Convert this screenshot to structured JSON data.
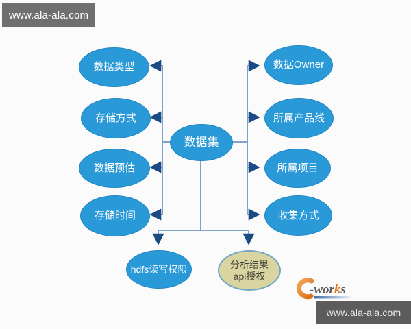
{
  "watermark_top": "www.ala-ala.com",
  "watermark_bottom": "www.ala-ala.com",
  "logo": {
    "name": "e-works",
    "pre": "-wor",
    "k": "k",
    "post": "s"
  },
  "diagram": {
    "center": {
      "label": "数据集"
    },
    "left": [
      {
        "label": "数据类型"
      },
      {
        "label": "存储方式"
      },
      {
        "label": "数据预估"
      },
      {
        "label": "存储时间"
      }
    ],
    "right": [
      {
        "label": "数据Owner"
      },
      {
        "label": "所属产品线"
      },
      {
        "label": "所属项目"
      },
      {
        "label": "收集方式"
      }
    ],
    "bottom_left": {
      "label": "hdfs读写权限"
    },
    "bottom_right": {
      "line1": "分析结果",
      "line2": "api授权"
    }
  },
  "colors": {
    "node_blue": "#2a99d8",
    "node_blue_border": "#1f86c2",
    "line": "#7ea3ce",
    "arrow": "#1a4b82",
    "tan_fill": "#d9d4a0",
    "tan_border": "#6fa6c4",
    "tan_text": "#44443a",
    "wm_top_bg": "#6f6f6f",
    "wm_bottom_bg": "#5c5c5c"
  }
}
